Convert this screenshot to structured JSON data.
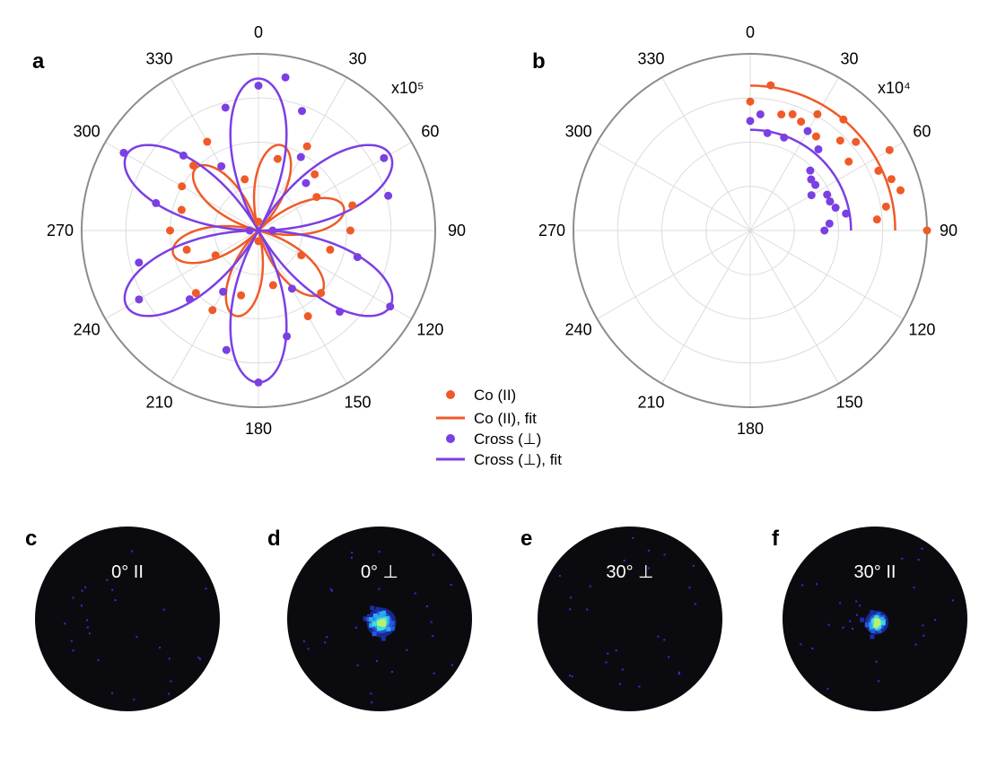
{
  "colors": {
    "co": "#f05a28",
    "cross": "#7b3fe4",
    "grid": "#dcdcdc",
    "frame": "#8c8c8c",
    "background": "#0b0b0f"
  },
  "panels": {
    "a": {
      "letter": "a",
      "scale": "x10⁵",
      "angles": [
        "0",
        "30",
        "60",
        "90",
        "120",
        "150",
        "180",
        "210",
        "240",
        "270",
        "300",
        "330"
      ]
    },
    "b": {
      "letter": "b",
      "scale": "x10⁴",
      "angles": [
        "0",
        "30",
        "60",
        "90",
        "120",
        "150",
        "180",
        "210",
        "240",
        "270",
        "300",
        "330"
      ]
    }
  },
  "legend": {
    "co_points": "Co (II)",
    "co_fit": "Co (II), fit",
    "cross_points": "Cross (⊥)",
    "cross_fit": "Cross (⊥), fit"
  },
  "images": [
    {
      "letter": "c",
      "label": "0° II",
      "spot": 0
    },
    {
      "letter": "d",
      "label": "0° ⊥",
      "spot": 1
    },
    {
      "letter": "e",
      "label": "30° ⊥",
      "spot": 0
    },
    {
      "letter": "f",
      "label": "30° II",
      "spot": 0.8
    }
  ],
  "chart_data": [
    {
      "type": "scatter",
      "projection": "polar",
      "panel": "a",
      "theta_unit": "degrees",
      "theta_ticks": [
        0,
        30,
        60,
        90,
        120,
        150,
        180,
        210,
        240,
        270,
        300,
        330
      ],
      "rlim": [
        0,
        1
      ],
      "series": [
        {
          "name": "Co (II)",
          "kind": "points",
          "theta": [
            0,
            15,
            30,
            45,
            60,
            75,
            90,
            105,
            120,
            135,
            150,
            165,
            180,
            195,
            210,
            225,
            240,
            255,
            270,
            285,
            300,
            315,
            330,
            345
          ],
          "r": [
            0.05,
            0.42,
            0.55,
            0.45,
            0.38,
            0.55,
            0.52,
            0.42,
            0.28,
            0.5,
            0.56,
            0.32,
            0.06,
            0.38,
            0.52,
            0.5,
            0.28,
            0.42,
            0.5,
            0.45,
            0.5,
            0.52,
            0.58,
            0.3
          ]
        },
        {
          "name": "Co (II), fit",
          "kind": "fit",
          "amplitude": 0.5,
          "petals": 6,
          "phase": 15
        },
        {
          "name": "Cross (⊥)",
          "kind": "points",
          "theta": [
            0,
            10,
            20,
            30,
            45,
            60,
            75,
            90,
            105,
            120,
            135,
            150,
            165,
            180,
            195,
            210,
            225,
            240,
            255,
            270,
            285,
            300,
            315,
            330,
            345
          ],
          "r": [
            0.82,
            0.88,
            0.72,
            0.48,
            0.38,
            0.82,
            0.76,
            0.08,
            0.58,
            0.86,
            0.65,
            0.38,
            0.62,
            0.86,
            0.7,
            0.4,
            0.55,
            0.78,
            0.7,
            0.05,
            0.6,
            0.88,
            0.6,
            0.42,
            0.72
          ]
        },
        {
          "name": "Cross (⊥), fit",
          "kind": "fit",
          "amplitude": 0.86,
          "petals": 6,
          "phase": 0
        }
      ]
    },
    {
      "type": "scatter",
      "projection": "polar",
      "panel": "b",
      "theta_unit": "degrees",
      "theta_ticks": [
        0,
        30,
        60,
        90,
        120,
        150,
        180,
        210,
        240,
        270,
        300,
        330
      ],
      "rlim": [
        0,
        1
      ],
      "series": [
        {
          "name": "Co (II)",
          "kind": "points",
          "theta": [
            0,
            8,
            15,
            20,
            25,
            30,
            35,
            40,
            45,
            50,
            55,
            60,
            65,
            70,
            75,
            80,
            85,
            90
          ],
          "r": [
            0.73,
            0.83,
            0.68,
            0.7,
            0.68,
            0.76,
            0.65,
            0.82,
            0.72,
            0.78,
            0.68,
            0.91,
            0.8,
            0.85,
            0.88,
            0.78,
            0.72,
            1.0
          ]
        },
        {
          "name": "Co (II), fit",
          "kind": "arc",
          "r": 0.82,
          "theta_range": [
            0,
            90
          ]
        },
        {
          "name": "Cross (⊥)",
          "kind": "points",
          "theta": [
            0,
            5,
            10,
            20,
            30,
            40,
            45,
            50,
            55,
            60,
            65,
            70,
            75,
            80,
            85,
            90
          ],
          "r": [
            0.62,
            0.66,
            0.56,
            0.56,
            0.65,
            0.6,
            0.48,
            0.45,
            0.45,
            0.4,
            0.48,
            0.48,
            0.5,
            0.55,
            0.45,
            0.42
          ]
        },
        {
          "name": "Cross (⊥), fit",
          "kind": "arc",
          "r": 0.57,
          "theta_range": [
            0,
            90
          ]
        }
      ]
    }
  ]
}
